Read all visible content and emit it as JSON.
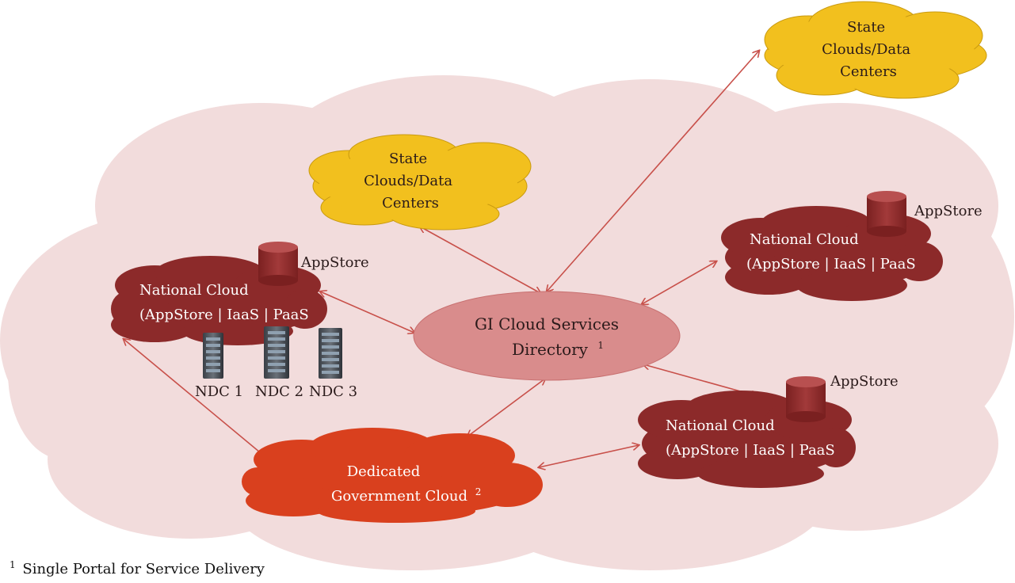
{
  "diagram": {
    "state_cloud_top": {
      "lines": [
        "State",
        "Clouds/Data",
        "Centers"
      ]
    },
    "state_cloud_mid": {
      "lines": [
        "State",
        "Clouds/Data",
        "Centers"
      ]
    },
    "directory": {
      "line1": "GI Cloud Services",
      "line2": "Directory",
      "sup": "1"
    },
    "national_cloud_left": {
      "line1": "National Cloud",
      "line2": "(AppStore | IaaS | PaaS",
      "appstore": "AppStore"
    },
    "national_cloud_right": {
      "line1": "National Cloud",
      "line2": "(AppStore | IaaS | PaaS",
      "appstore": "AppStore"
    },
    "national_cloud_bottom": {
      "line1": "National Cloud",
      "line2": "(AppStore | IaaS | PaaS",
      "appstore": "AppStore"
    },
    "dedicated": {
      "line1": "Dedicated",
      "line2": "Government Cloud",
      "sup": "2"
    },
    "ndc": [
      "NDC 1",
      "NDC 2",
      "NDC 3"
    ],
    "footnote": {
      "sup": "1",
      "text": "Single Portal for Service Delivery"
    }
  },
  "colors": {
    "background_cloud": "#f2dcdc",
    "state_cloud": "#f2c01e",
    "national_cloud": "#8c2a2a",
    "directory_fill": "#d98c8c",
    "dedicated_cloud": "#d9401e",
    "arrow": "#c8504a"
  },
  "icons": [
    "database-icon",
    "server-rack-icon"
  ]
}
